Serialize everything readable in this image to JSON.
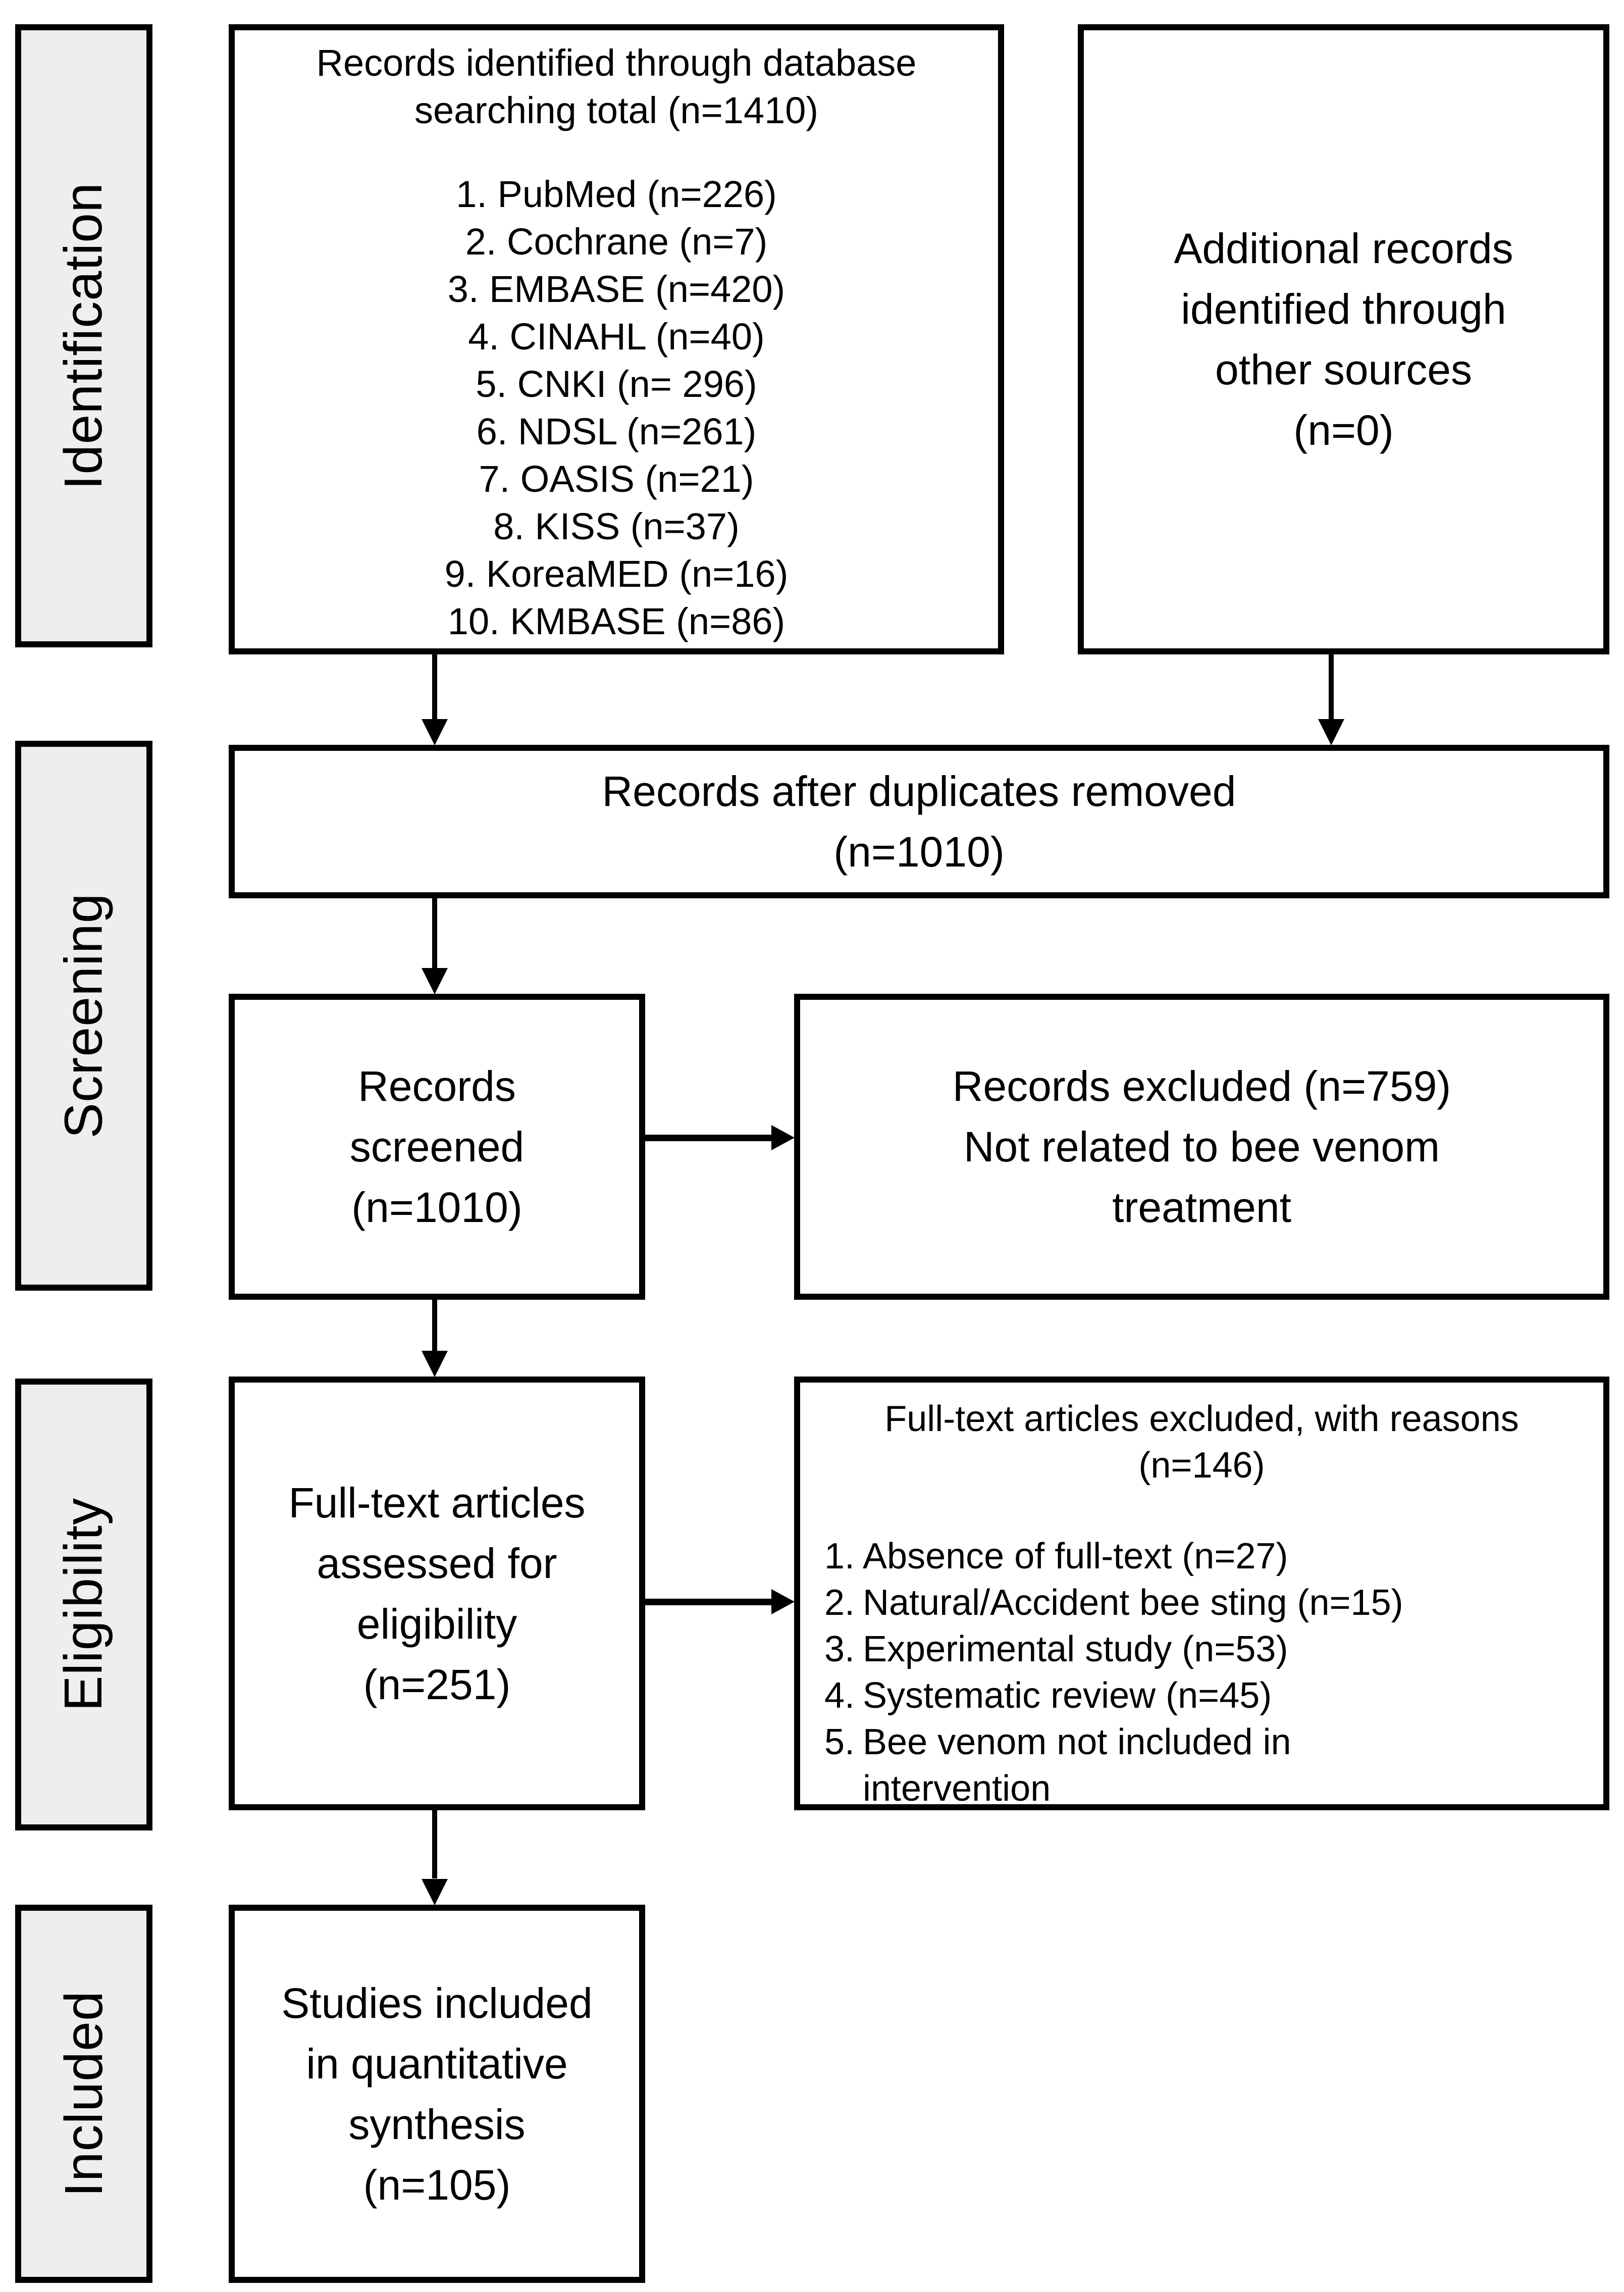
{
  "stages": [
    {
      "label": "Identification"
    },
    {
      "label": "Screening"
    },
    {
      "label": "Eligibility"
    },
    {
      "label": "Included"
    }
  ],
  "boxes": {
    "identified": {
      "title_lines": [
        "Records identified through database",
        "searching total (n=1410)"
      ],
      "items": [
        "1. PubMed (n=226)",
        "2. Cochrane (n=7)",
        "3. EMBASE (n=420)",
        "4. CINAHL (n=40)",
        "5. CNKI (n= 296)",
        "6. NDSL (n=261)",
        "7. OASIS (n=21)",
        "8. KISS (n=37)",
        "9. KoreaMED (n=16)",
        "10. KMBASE (n=86)"
      ]
    },
    "additional": {
      "lines": [
        "Additional records",
        "identified through",
        "other sources",
        "(n=0)"
      ]
    },
    "duplicates": {
      "lines": [
        "Records after duplicates removed",
        "(n=1010)"
      ]
    },
    "screened": {
      "lines": [
        "Records",
        "screened",
        "(n=1010)"
      ]
    },
    "excluded": {
      "lines": [
        "Records excluded (n=759)",
        "Not related to bee venom",
        "treatment"
      ]
    },
    "fulltext": {
      "lines": [
        "Full-text articles",
        "assessed for",
        "eligibility",
        "(n=251)"
      ]
    },
    "fulltext_excluded": {
      "title_lines": [
        "Full-text articles excluded, with reasons",
        "(n=146)"
      ],
      "items": [
        {
          "num": "1.",
          "lines": [
            "Absence of full-text (n=27)"
          ]
        },
        {
          "num": "2.",
          "lines": [
            "Natural/Accident bee sting (n=15)"
          ]
        },
        {
          "num": "3.",
          "lines": [
            "Experimental study (n=53)"
          ]
        },
        {
          "num": "4.",
          "lines": [
            "Systematic review (n=45)"
          ]
        },
        {
          "num": "5.",
          "lines": [
            "Bee venom not included in",
            "intervention"
          ]
        }
      ]
    },
    "included_box": {
      "lines": [
        "Studies included",
        "in quantitative",
        "synthesis",
        "(n=105)"
      ]
    }
  },
  "colors": {
    "page_bg": "#ffffff",
    "box_bg": "#ffffff",
    "stage_fill": "#eeeeee",
    "border": "#000000",
    "text": "#000000"
  }
}
